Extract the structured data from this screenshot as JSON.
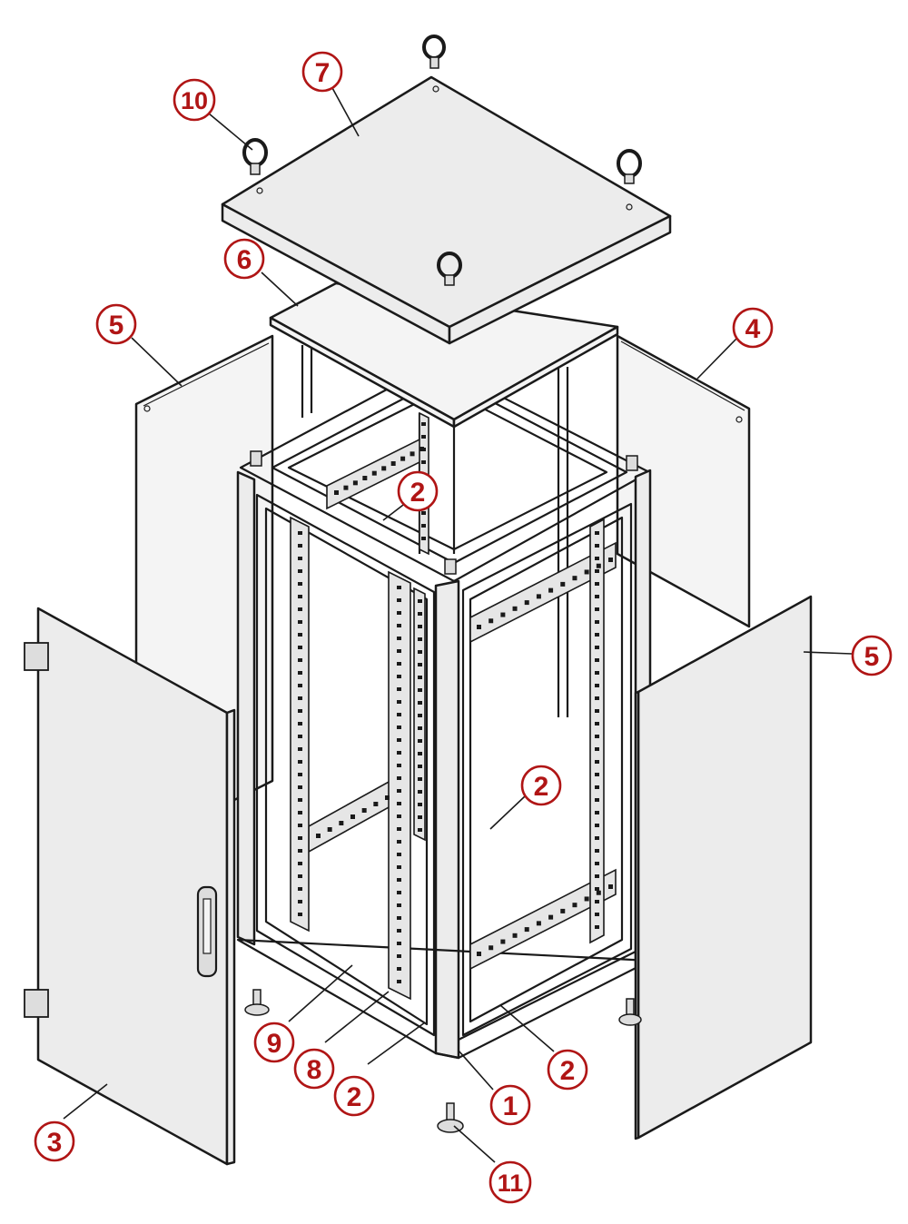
{
  "diagram": {
    "colors": {
      "callout": "#b01515",
      "line": "#1a1a1a",
      "panel": "#ececec"
    },
    "callouts": [
      {
        "id": "c1",
        "label": "1"
      },
      {
        "id": "c2a",
        "label": "2"
      },
      {
        "id": "c2b",
        "label": "2"
      },
      {
        "id": "c2c",
        "label": "2"
      },
      {
        "id": "c2d",
        "label": "2"
      },
      {
        "id": "c3",
        "label": "3"
      },
      {
        "id": "c4",
        "label": "4"
      },
      {
        "id": "c5a",
        "label": "5"
      },
      {
        "id": "c5b",
        "label": "5"
      },
      {
        "id": "c6",
        "label": "6"
      },
      {
        "id": "c7",
        "label": "7"
      },
      {
        "id": "c8",
        "label": "8"
      },
      {
        "id": "c9",
        "label": "9"
      },
      {
        "id": "c10",
        "label": "10"
      },
      {
        "id": "c11",
        "label": "11"
      }
    ]
  }
}
